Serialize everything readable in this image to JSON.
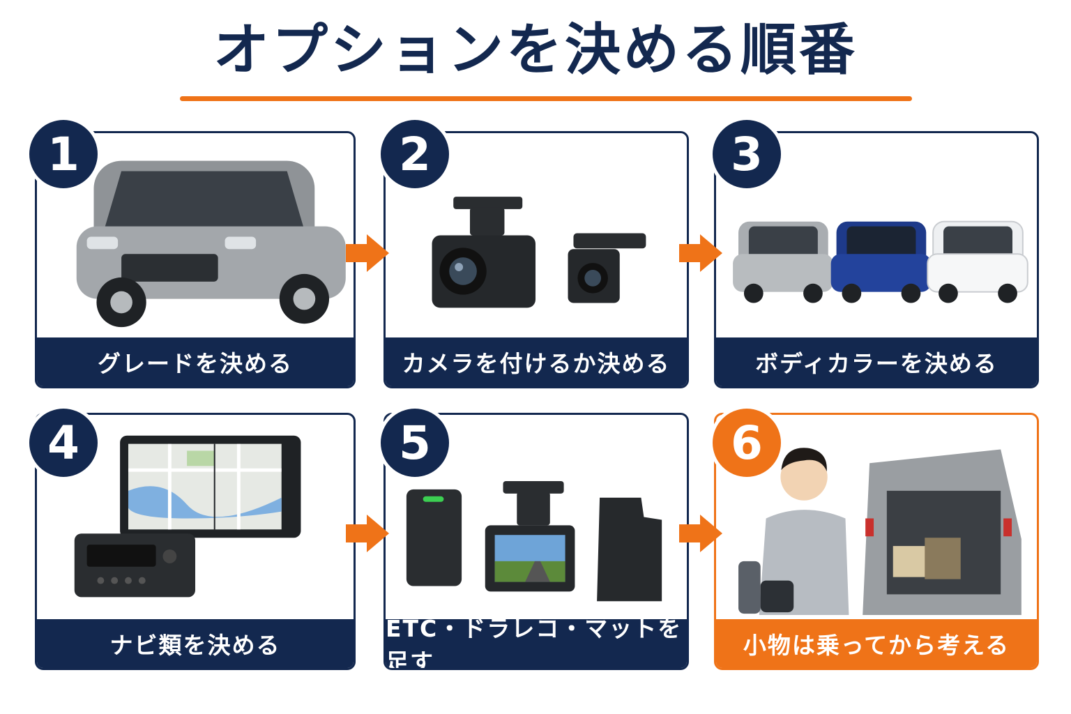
{
  "title": "オプションを決める順番",
  "colors": {
    "navy": "#13284f",
    "orange": "#ef7318"
  },
  "steps": [
    {
      "number": "1",
      "label": "グレードを決める",
      "icon": "car-icon",
      "highlight": false
    },
    {
      "number": "2",
      "label": "カメラを付けるか決める",
      "icon": "camera-icon",
      "highlight": false
    },
    {
      "number": "3",
      "label": "ボディカラーを決める",
      "icon": "body-color-cars-icon",
      "highlight": false
    },
    {
      "number": "4",
      "label": "ナビ類を決める",
      "icon": "navigation-icon",
      "highlight": false
    },
    {
      "number": "5",
      "label": "ETC・ドラレコ・マットを足す",
      "icon": "etc-dashcam-mat-icon",
      "highlight": false
    },
    {
      "number": "6",
      "label": "小物は乗ってから考える",
      "icon": "accessories-icon",
      "highlight": true
    }
  ]
}
